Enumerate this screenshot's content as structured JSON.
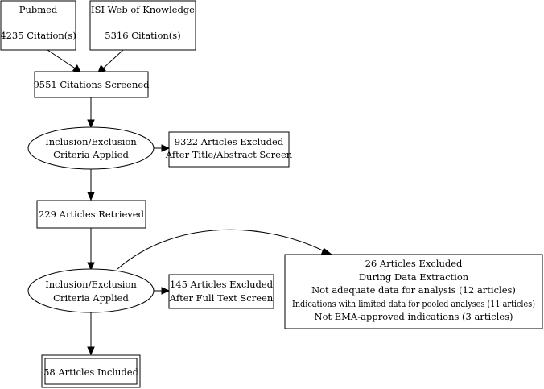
{
  "nodes": {
    "pubmed": {
      "name": "Pubmed",
      "count": "4235 Citation(s)"
    },
    "isi": {
      "name": "ISI Web of Knowledge",
      "count": "5316 Citation(s)"
    },
    "screened": {
      "label": "9551 Citations Screened"
    },
    "criteria_1": {
      "line1": "Inclusion/Exclusion",
      "line2": "Criteria Applied"
    },
    "excluded_title": {
      "line1": "9322 Articles Excluded",
      "line2": "After Title/Abstract Screen"
    },
    "retrieved": {
      "label": "229 Articles Retrieved"
    },
    "criteria_2": {
      "line1": "Inclusion/Exclusion",
      "line2": "Criteria Applied"
    },
    "excluded_fulltext": {
      "line1": "145 Articles Excluded",
      "line2": "After Full Text Screen"
    },
    "excluded_extraction": {
      "line1": "26 Articles Excluded",
      "line2": "During Data Extraction",
      "line3": "Not adequate data for analysis (12 articles)",
      "line4": "Indications with limited data for pooled analyses (11 articles)",
      "line5": "Not EMA-approved indications (3 articles)"
    },
    "included": {
      "label": "58 Articles Included"
    }
  }
}
